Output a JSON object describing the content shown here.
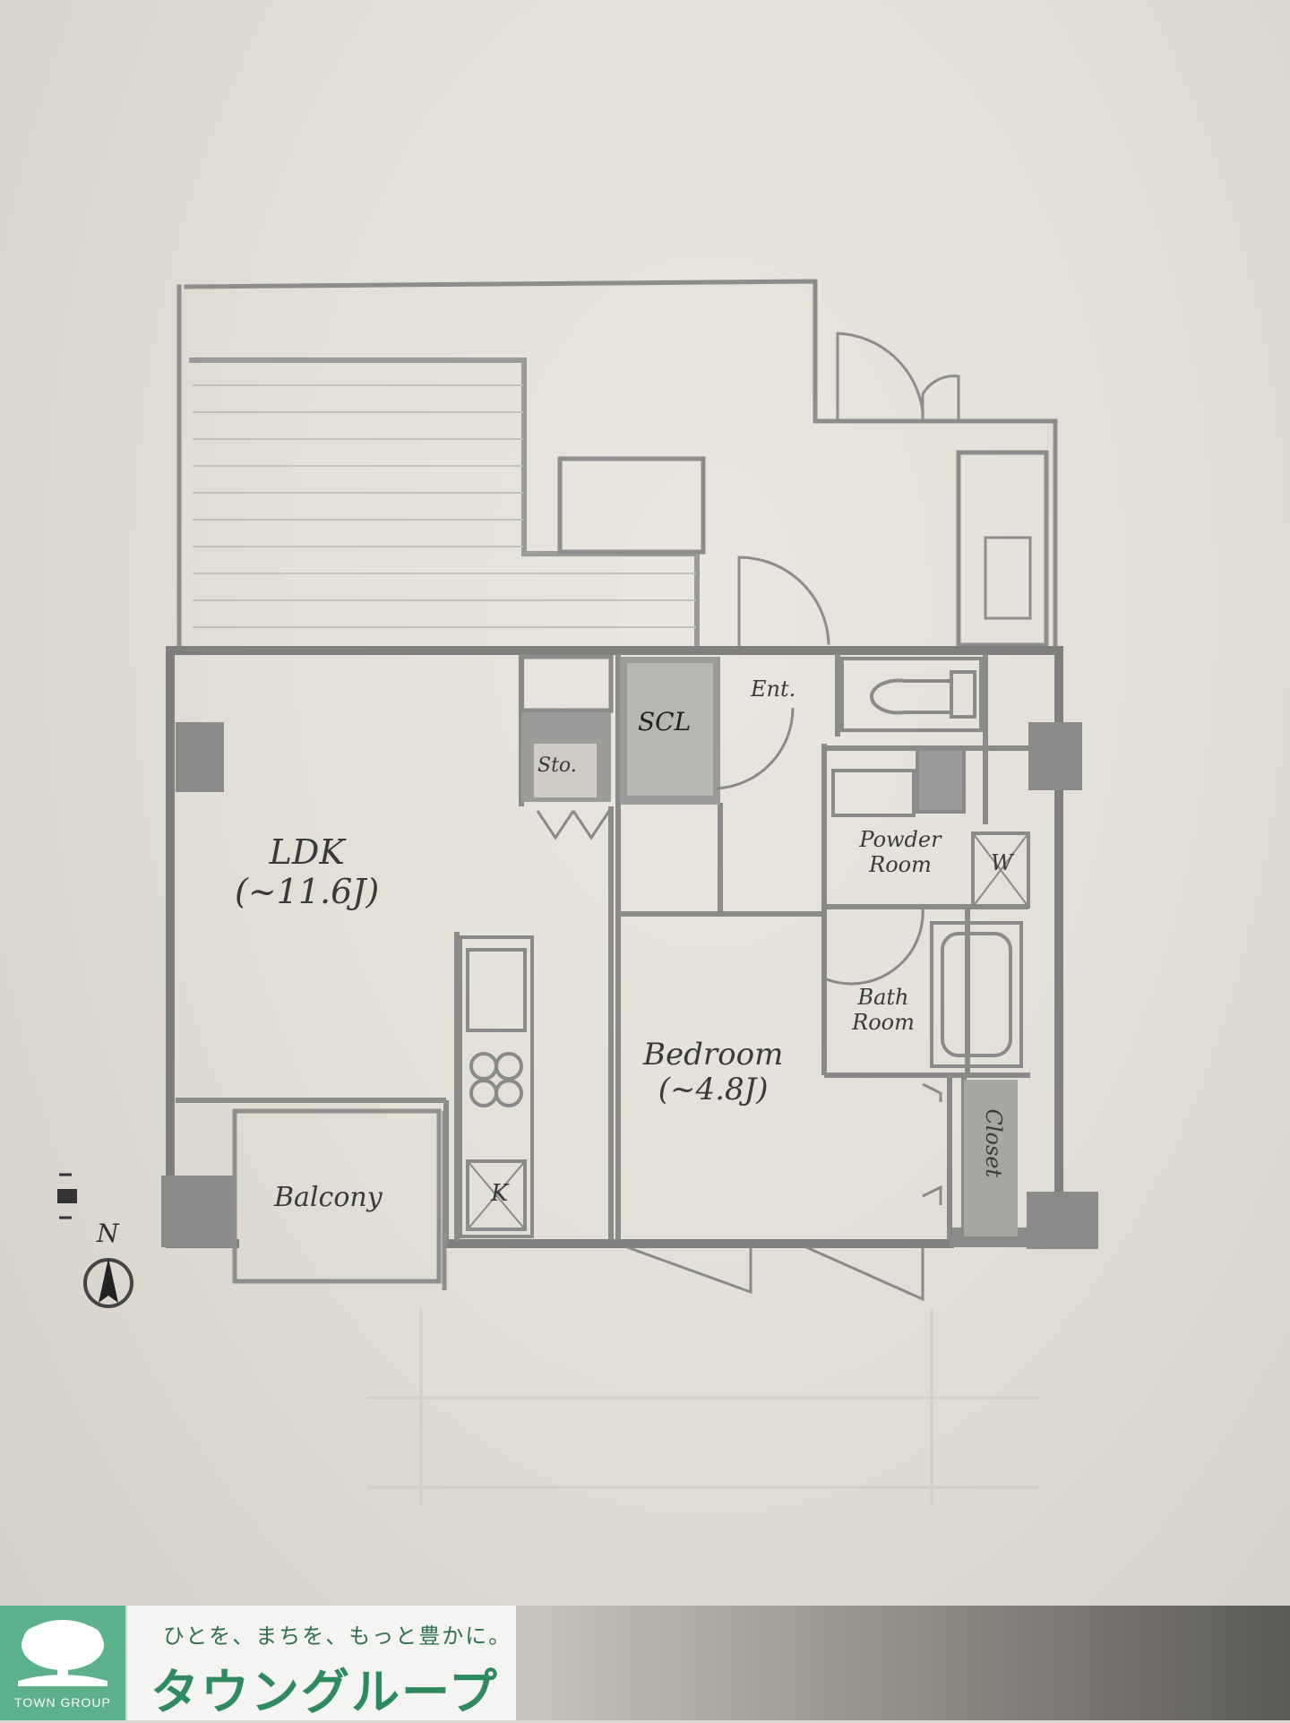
{
  "rooms": {
    "ldk": {
      "name": "LDK",
      "area": "(~11.6J)"
    },
    "bedroom": {
      "name": "Bedroom",
      "area": "(~4.8J)"
    },
    "balcony": {
      "name": "Balcony"
    },
    "entrance": {
      "name": "Ent."
    },
    "shoe_closet": {
      "name": "SCL"
    },
    "storage": {
      "name": "Sto."
    },
    "powder_room": {
      "name": "Powder Room"
    },
    "washer": {
      "name": "W"
    },
    "bath_room": {
      "name": "Bath Room"
    },
    "closet": {
      "name": "Closet"
    },
    "kitchen": {
      "name": "K"
    }
  },
  "compass": {
    "label": "N"
  },
  "banner": {
    "tagline": "ひとを、まちを、もっと豊かに。",
    "brand_name": "タウングループ",
    "logo_caption": "TOWN GROUP"
  },
  "colors": {
    "wall": "#8a8a88",
    "wall_shadow": "#6e6e6c",
    "paper": "#e6e3dc",
    "brand_green": "#5cb08a"
  }
}
